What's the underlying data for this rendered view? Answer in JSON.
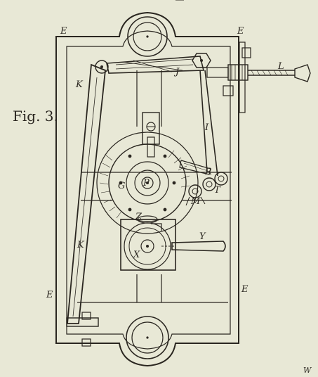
{
  "figure": {
    "title": "Fig. 3.",
    "palette": {
      "paper": "#e8e8d6",
      "ink": "#2a2620"
    }
  },
  "labels": {
    "E": "E",
    "K": "K",
    "J": "J",
    "L": "L",
    "I": "I",
    "G": "G",
    "P": "P",
    "R": "R",
    "T": "T",
    "M": "M",
    "Z": "Z",
    "Y": "Y",
    "X": "X",
    "W": "W"
  }
}
